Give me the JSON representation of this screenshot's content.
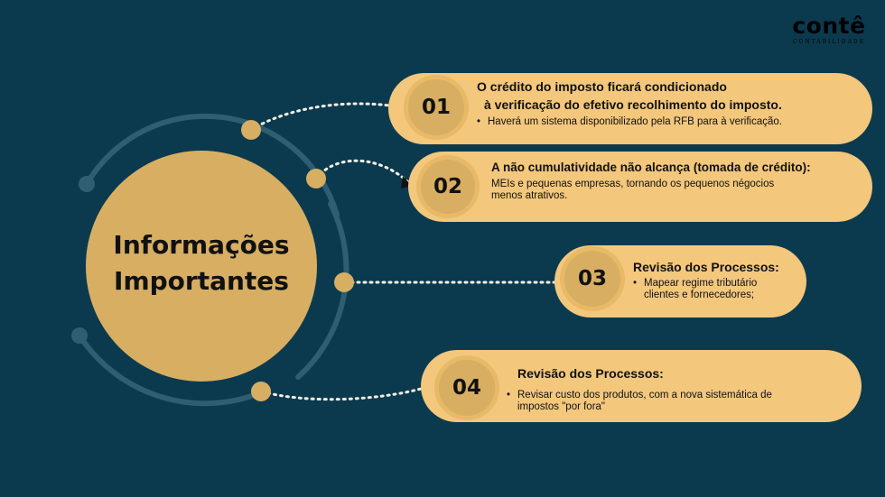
{
  "brand": {
    "name": "contê",
    "tagline": "CONTABILIDADE"
  },
  "center": {
    "title_line1": "Informações",
    "title_line2": "Importantes"
  },
  "colors": {
    "background": "#0b3a4f",
    "accent": "#d7ae62",
    "card": "#f3c77c",
    "ring": "#2f5e72"
  },
  "items": [
    {
      "number": "01",
      "heading_line1": "O crédito do imposto ficará condicionado",
      "heading_line2": "à verificação do efetivo recolhimento do imposto.",
      "bullet": "Haverá um sistema disponibilizado pela RFB para à verificação."
    },
    {
      "number": "02",
      "heading": "A não cumulatividade não alcança (tomada de crédito):",
      "text_line1": "MEIs e pequenas empresas, tornando os pequenos négocios",
      "text_line2": "menos atrativos."
    },
    {
      "number": "03",
      "heading": "Revisão dos Processos:",
      "bullet_line1": "Mapear regime tributário",
      "bullet_line2": "clientes e fornecedores;"
    },
    {
      "number": "04",
      "heading": "Revisão dos Processos:",
      "bullet_line1": "Revisar custo dos produtos, com a nova  sistemática de",
      "bullet_line2": "impostos \"por fora\""
    }
  ]
}
